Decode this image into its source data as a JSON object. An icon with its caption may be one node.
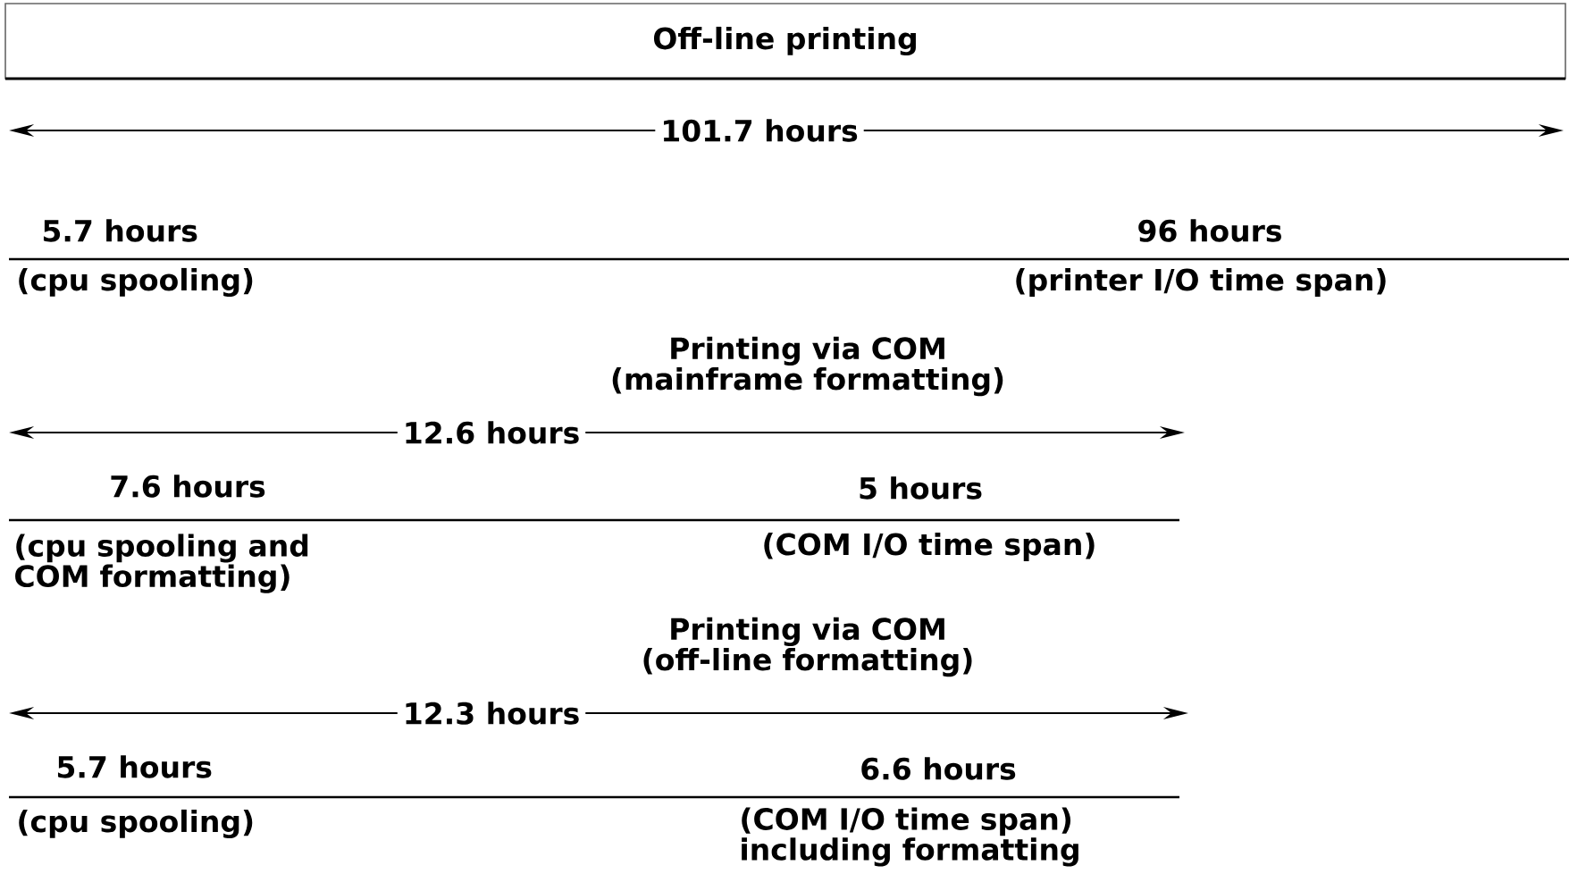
{
  "diagram": {
    "nodes": [
      {
        "text": [
          "Off-line printing"
        ]
      }
    ],
    "labels": [
      "101.7 hours",
      "5.7 hours",
      "96 hours",
      "(cpu spooling)",
      "(printer I/O time span)",
      "Printing via COM (mainframe formatting)",
      "12.6 hours",
      "7.6 hours",
      "5 hours",
      "(cpu spooling and COM formatting)",
      "(COM I/O time span)",
      "Printing via COM (off-line formatting)",
      "12.3 hours",
      "5.7 hours",
      "6.6 hours",
      "(cpu spooling)",
      "(COM I/O time span) including formatting"
    ]
  }
}
